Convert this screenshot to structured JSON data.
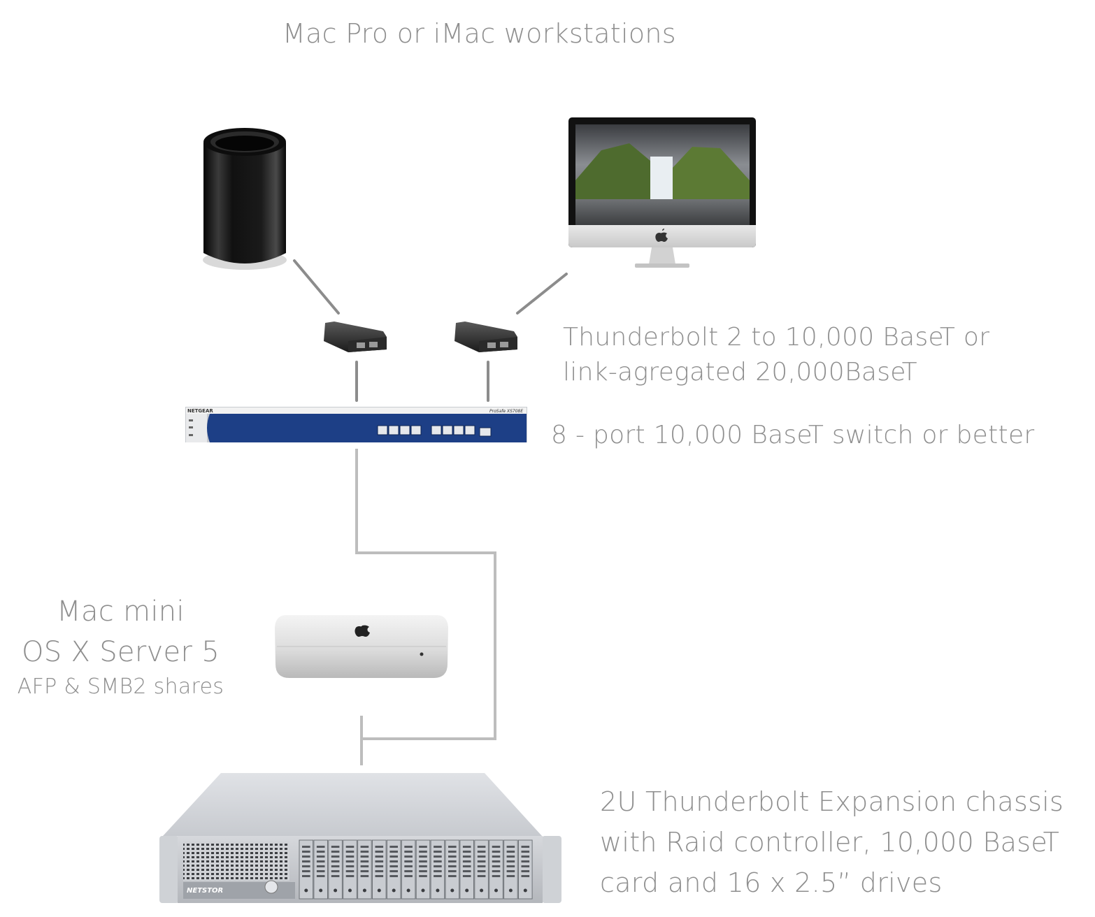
{
  "title": "Mac Pro  or iMac workstations",
  "adapter_label": [
    "Thunderbolt 2 to 10,000 BaseT or",
    "link-agregated 20,000BaseT"
  ],
  "switch_label": "8 - port 10,000 BaseT switch or better",
  "server_label": [
    "Mac mini",
    "OS X Server 5",
    "AFP & SMB2 shares"
  ],
  "chassis_label": [
    "2U Thunderbolt Expansion chassis",
    "with Raid controller, 10,000 BaseT",
    "card and 16 x 2.5” drives"
  ],
  "switch_brand": "NETGEAR",
  "switch_model": "ProSafe XS708E",
  "chassis_brand": "NETSTOR"
}
